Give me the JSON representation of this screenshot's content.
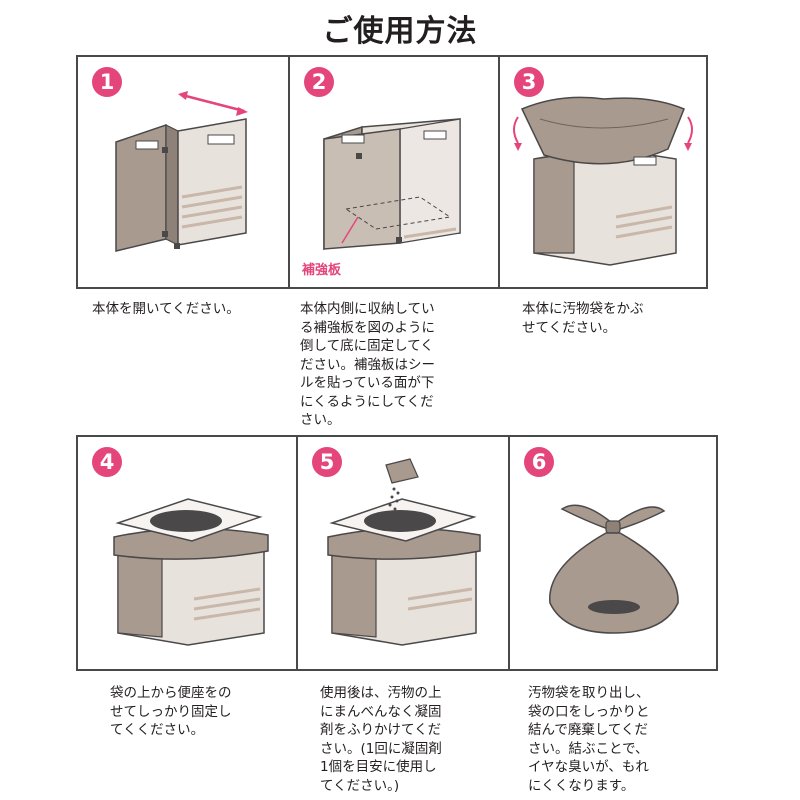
{
  "title": "ご使用方法",
  "colors": {
    "accent": "#e4457a",
    "bag": "#a89a8e",
    "box": "#e8e2dc",
    "outline": "#4a4848"
  },
  "steps": [
    {
      "number": "1",
      "caption": "本体を開いてください。"
    },
    {
      "number": "2",
      "caption": "本体内側に収納してい\nる補強板を図のように\n倒して底に固定してく\nださい。補強板はシー\nルを貼っている面が下\nにくるようにしてくだ\nさい。",
      "label": "補強板"
    },
    {
      "number": "3",
      "caption": "本体に汚物袋をかぶ\nせてください。"
    },
    {
      "number": "4",
      "caption": "袋の上から便座をの\nせてしっかり固定し\nてくください。"
    },
    {
      "number": "5",
      "caption": "使用後は、汚物の上\nにまんべんなく凝固\n剤をふりかけてくだ\nさい。(1回に凝固剤\n1個を目安に使用し\nてください。)"
    },
    {
      "number": "6",
      "caption": "汚物袋を取り出し、\n袋の口をしっかりと\n結んで廃棄してくだ\nさい。結ぶことで、\nイヤな臭いが、もれ\nにくくなります。"
    }
  ]
}
